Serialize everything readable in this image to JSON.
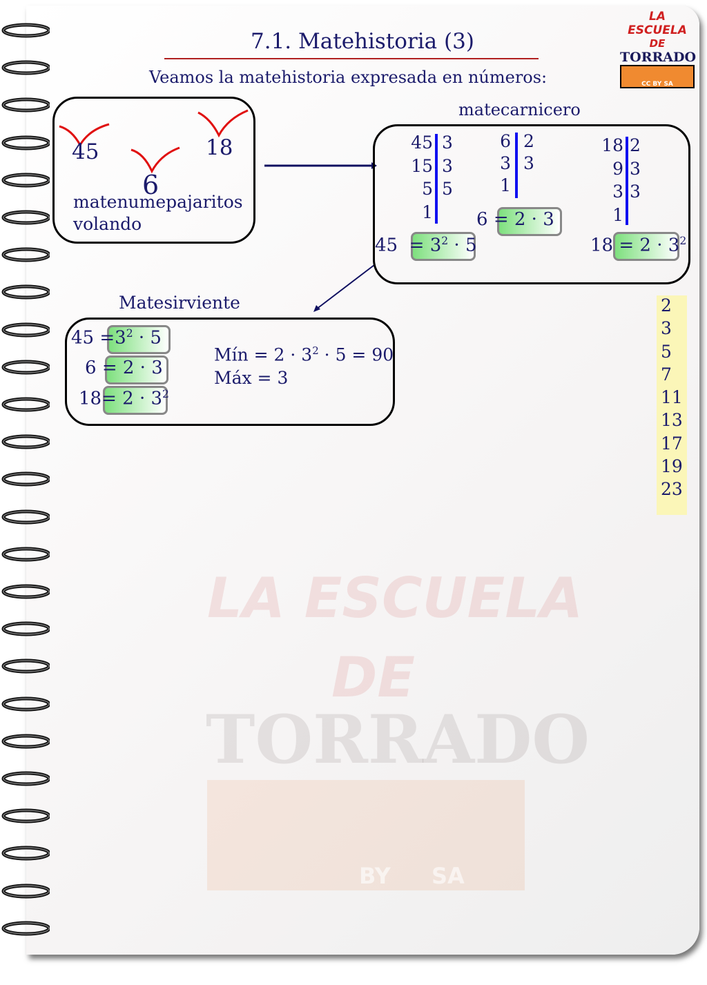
{
  "title": "7.1. Matehistoria (3)",
  "subtitle": "Veamos la matehistoria expresada en números:",
  "logo": {
    "line1": "LA ESCUELA",
    "line2": "DE",
    "line3": "TORRADO",
    "license": "CC BY SA"
  },
  "watermark": {
    "line1": "LA ESCUELA",
    "line2": "DE",
    "line3": "TORRADO",
    "by": "BY",
    "sa": "SA"
  },
  "birds": {
    "n1": "45",
    "n2": "6",
    "n3": "18",
    "caption1": "matenumepajaritos",
    "caption2": "volando"
  },
  "butcher": {
    "label": "matecarnicero",
    "d45": {
      "left": [
        "45",
        "15",
        "5",
        "1"
      ],
      "right": [
        "3",
        "3",
        "5"
      ],
      "result_n": "45",
      "result_eq": "=",
      "result_base": "3",
      "result_exp": "2",
      "result_rest": " · 5"
    },
    "d6": {
      "left": [
        "6",
        "3",
        "1"
      ],
      "right": [
        "2",
        "3"
      ],
      "result_n": "6",
      "result_eq": "=",
      "result_expr": "2 · 3"
    },
    "d18": {
      "left": [
        "18",
        "9",
        "3",
        "1"
      ],
      "right": [
        "2",
        "3",
        "3"
      ],
      "result_n": "18",
      "result_eq": "=",
      "result_expr": "2 · 3",
      "result_exp": "2"
    }
  },
  "waiter": {
    "label": "Matesirviente",
    "rows": [
      {
        "n": "45",
        "eq": "=",
        "expr": "3",
        "exp": "2",
        "rest": " · 5"
      },
      {
        "n": "6",
        "eq": "=",
        "expr": "2 · 3"
      },
      {
        "n": "18",
        "eq": "=",
        "expr": "2 · 3",
        "exp": "2"
      }
    ],
    "min_label": "Mín = 2 · 3",
    "min_exp": "2",
    "min_rest": " · 5 = 90",
    "max": "Máx = 3"
  },
  "primes": [
    "2",
    "3",
    "5",
    "7",
    "11",
    "13",
    "17",
    "19",
    "23"
  ]
}
